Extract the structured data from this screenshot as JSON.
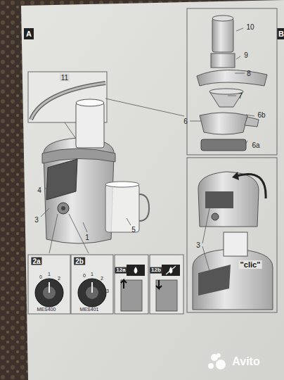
{
  "diagram": {
    "labels": [
      "A",
      "B",
      "10",
      "9",
      "8",
      "7",
      "6",
      "6b",
      "6a",
      "11",
      "4",
      "3",
      "5",
      "1",
      "2a",
      "2b",
      "0",
      "1",
      "2",
      "MES400",
      "0",
      "1",
      "2",
      "3",
      "MES401",
      "12a",
      "12b",
      "3",
      "\"clic\"",
      "Avito"
    ]
  }
}
